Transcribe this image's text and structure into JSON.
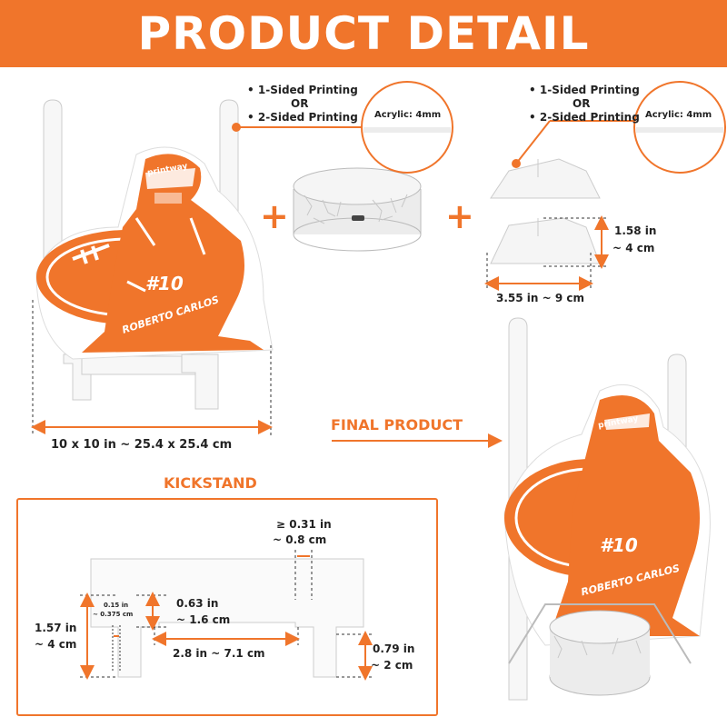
{
  "header": {
    "title": "PRODUCT DETAIL"
  },
  "options_left": {
    "line1": "1-Sided Printing",
    "or": "OR",
    "line2": "2-Sided Printing",
    "material": "Acrylic: 4mm"
  },
  "options_right": {
    "line1": "1-Sided Printing",
    "or": "OR",
    "line2": "2-Sided Printing",
    "material": "Acrylic: 4mm"
  },
  "plus": "+",
  "dimensions": {
    "main": "10 x 10 in ~ 25.4 x 25.4 cm",
    "stand_height_in": "1.58 in",
    "stand_height_cm": "~ 4 cm",
    "stand_width": "3.55 in ~ 9 cm"
  },
  "final_product": "FINAL PRODUCT",
  "kickstand": {
    "title": "KICKSTAND",
    "slot_width_in": "≥ 0.31 in",
    "slot_width_cm": "~ 0.8 cm",
    "height_in": "1.57 in",
    "height_cm": "~ 4 cm",
    "small_in": "0.15 in",
    "small_cm": "~ 0.375 cm",
    "notch_in": "0.63 in",
    "notch_cm": "~ 1.6 cm",
    "gap": "2.8 in ~ 7.1 cm",
    "leg_in": "0.79 in",
    "leg_cm": "~ 2 cm"
  },
  "artwork": {
    "brand": "printway",
    "number": "#10",
    "name": "ROBERTO CARLOS"
  },
  "colors": {
    "accent": "#f0752b",
    "text": "#222222",
    "acrylic": "#f4f4f4"
  }
}
